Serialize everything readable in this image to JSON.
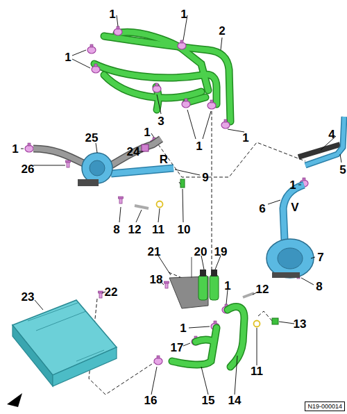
{
  "diagram": {
    "nodes": [
      {
        "text": [
          "N19-000014"
        ]
      }
    ],
    "labels": [
      "1",
      "1",
      "2",
      "1",
      "3",
      "1",
      "1",
      "1",
      "25",
      "24",
      "1",
      "R",
      "4",
      "5",
      "26",
      "9",
      "1",
      "V",
      "6",
      "8",
      "12",
      "11",
      "10",
      "21",
      "20",
      "19",
      "7",
      "18",
      "1",
      "12",
      "8",
      "22",
      "23",
      "13",
      "1",
      "17",
      "11",
      "16",
      "15",
      "14"
    ]
  }
}
